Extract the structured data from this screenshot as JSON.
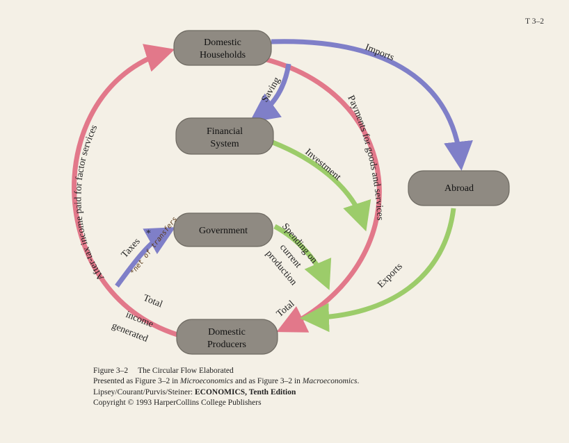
{
  "page_tag": "T 3–2",
  "nodes": {
    "households": [
      "Domestic",
      "Households"
    ],
    "financial": [
      "Financial",
      "System"
    ],
    "abroad": [
      "Abroad"
    ],
    "government": [
      "Government"
    ],
    "producers": [
      "Domestic",
      "Producers"
    ]
  },
  "flows": {
    "imports": "Imports",
    "saving": "Saving",
    "investment": "Investment",
    "payments": "Payments for goods and services",
    "spending": [
      "Spending on",
      "current",
      "production"
    ],
    "exports": "Exports",
    "total_right": "Total",
    "taxes": "Taxes",
    "taxes_mark": "*",
    "taxes_handnote": "*net of transfers",
    "after_tax": "After-tax income paid for factor services",
    "total_income": [
      "Total",
      "income",
      "generated"
    ]
  },
  "caption": {
    "figure_number": "Figure 3–2",
    "figure_title": "The Circular Flow Elaborated",
    "presented_prefix": "Presented as Figure 3–2 in ",
    "book_micro": "Microeconomics",
    "presented_middle": " and as Figure 3–2 in ",
    "book_macro": "Macroeconomics",
    "presented_suffix": ".",
    "authors": "Lipsey/Courant/Purvis/Steiner: ",
    "book_title": "ECONOMICS, Tenth Edition",
    "copyright": "Copyright © 1993 HarperCollins College Publishers"
  },
  "colors": {
    "red_flow": "#e2788a",
    "blue_flow": "#7f7fc8",
    "green_flow": "#9ccc6a",
    "node_fill": "#8f8a82",
    "paper": "#f4f0e6"
  }
}
